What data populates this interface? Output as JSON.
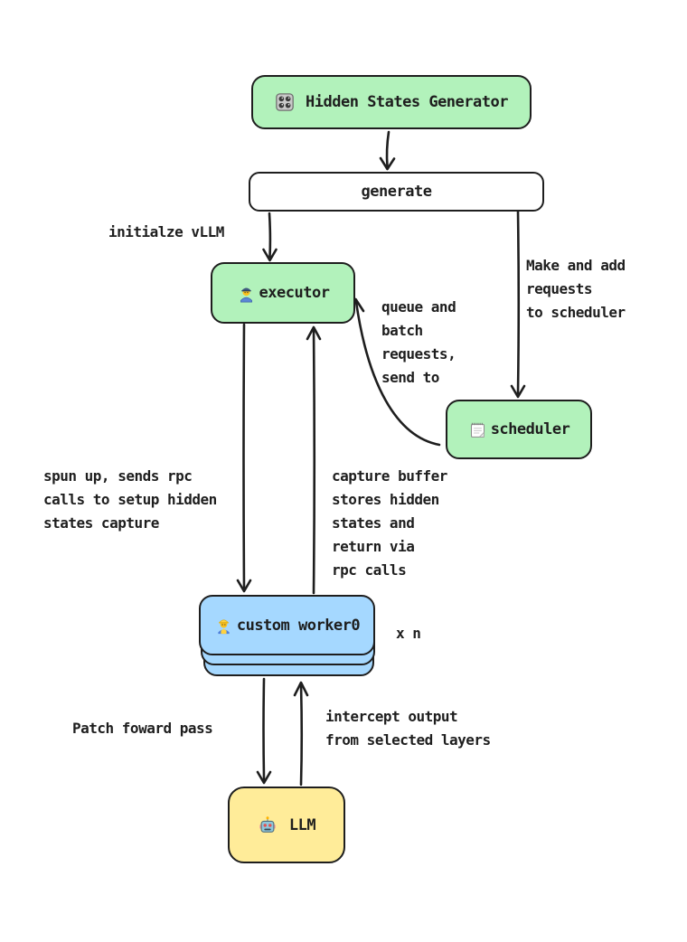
{
  "diagram": {
    "title_node": {
      "label": "Hidden States Generator",
      "icon": "control-knobs-icon",
      "color": "#b2f2bb"
    },
    "nodes": {
      "generate": {
        "label": "generate",
        "color": "#ffffff"
      },
      "executor": {
        "label": "executor",
        "icon": "man-mechanic-icon",
        "color": "#b2f2bb"
      },
      "scheduler": {
        "label": "scheduler",
        "icon": "spiral-notepad-icon",
        "color": "#b2f2bb"
      },
      "worker": {
        "label": "custom worker0",
        "icon": "construction-worker-icon",
        "color": "#a5d8ff",
        "stack_layers": 3
      },
      "llm": {
        "label": "LLM",
        "icon": "robot-icon",
        "color": "#ffec99"
      }
    },
    "annotations": {
      "initialize_vllm": "initialze vLLM",
      "make_add_requests": "Make and add\nrequests\nto scheduler",
      "queue_batch": "queue and\nbatch\nrequests,\nsend to",
      "spun_up": "spun up, sends rpc\ncalls to setup hidden\nstates capture",
      "capture_buffer": "capture buffer\nstores hidden\nstates and\nreturn via\nrpc calls",
      "patch_forward": "Patch foward pass",
      "intercept_output": "intercept output\nfrom selected layers",
      "multiplier": "x n"
    },
    "edges": [
      "generator -> generate",
      "generate -> executor",
      "generate -> scheduler",
      "scheduler -> executor",
      "executor -> worker",
      "worker -> executor",
      "worker -> llm",
      "llm -> worker"
    ],
    "colors": {
      "stroke": "#1e1e1e",
      "green": "#b2f2bb",
      "blue": "#a5d8ff",
      "yellow": "#ffec99",
      "background": "#ffffff"
    }
  }
}
